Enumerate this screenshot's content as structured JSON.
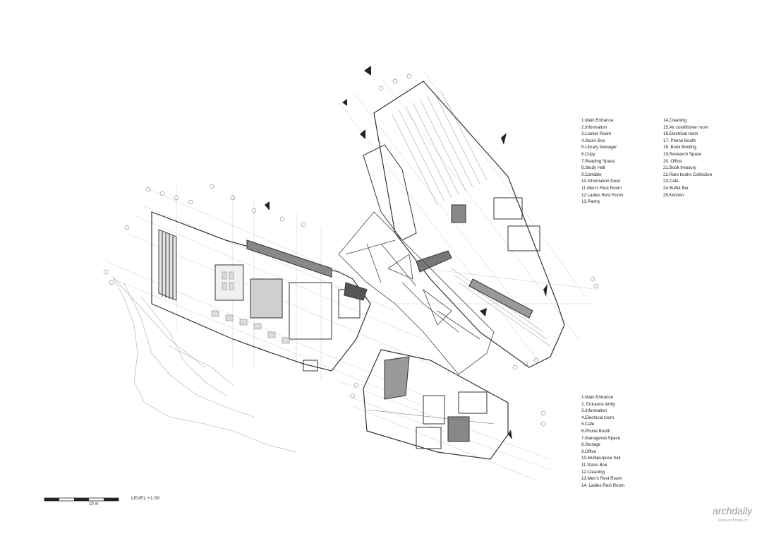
{
  "legend_top_col1": [
    "1.Main Entrance",
    "2.Information",
    "3.Looker Room",
    "4.Stairs Box",
    "5.Library Manager",
    "6.Copy",
    "7.Reading Space",
    "8.Study Hall",
    "9.Cartable",
    "10.Information Desk",
    "11.Men's Rest Room",
    "12.Ladies Rest Room",
    "13.Pantry"
  ],
  "legend_top_col2": [
    "14.Cleaning",
    "15.Air conditioner room",
    "16.Electrical room",
    "17. Phone Booth",
    "18. Book Binding",
    "19.Research Space",
    "20. Office",
    "21.Book treasury",
    "22.Rare books Collection",
    "23.Cafe",
    "24.Buffet Bar",
    "25.Kitchen"
  ],
  "legend_bottom": [
    "1.Main Entrance",
    "2. Entrance lobby",
    "3.Information",
    "4.Electrical room",
    "5.Cafe",
    "6.Phone Booth",
    "7.Managerial Space",
    "8.Storage",
    "9.Office",
    "10.Multipurpose hall",
    "11.Stairs Box",
    "12.Cleaning",
    "13.Men's Rest Room",
    "14. Ladies Rest Room"
  ],
  "scale_label": "10 m",
  "level_label": "LEVEL +1.50",
  "watermark": "archdaily",
  "watermark_url": "www.archdaily.cn",
  "colors": {
    "line": "#333333",
    "light_line": "#9a9a9a",
    "fill_dark": "#555555"
  }
}
